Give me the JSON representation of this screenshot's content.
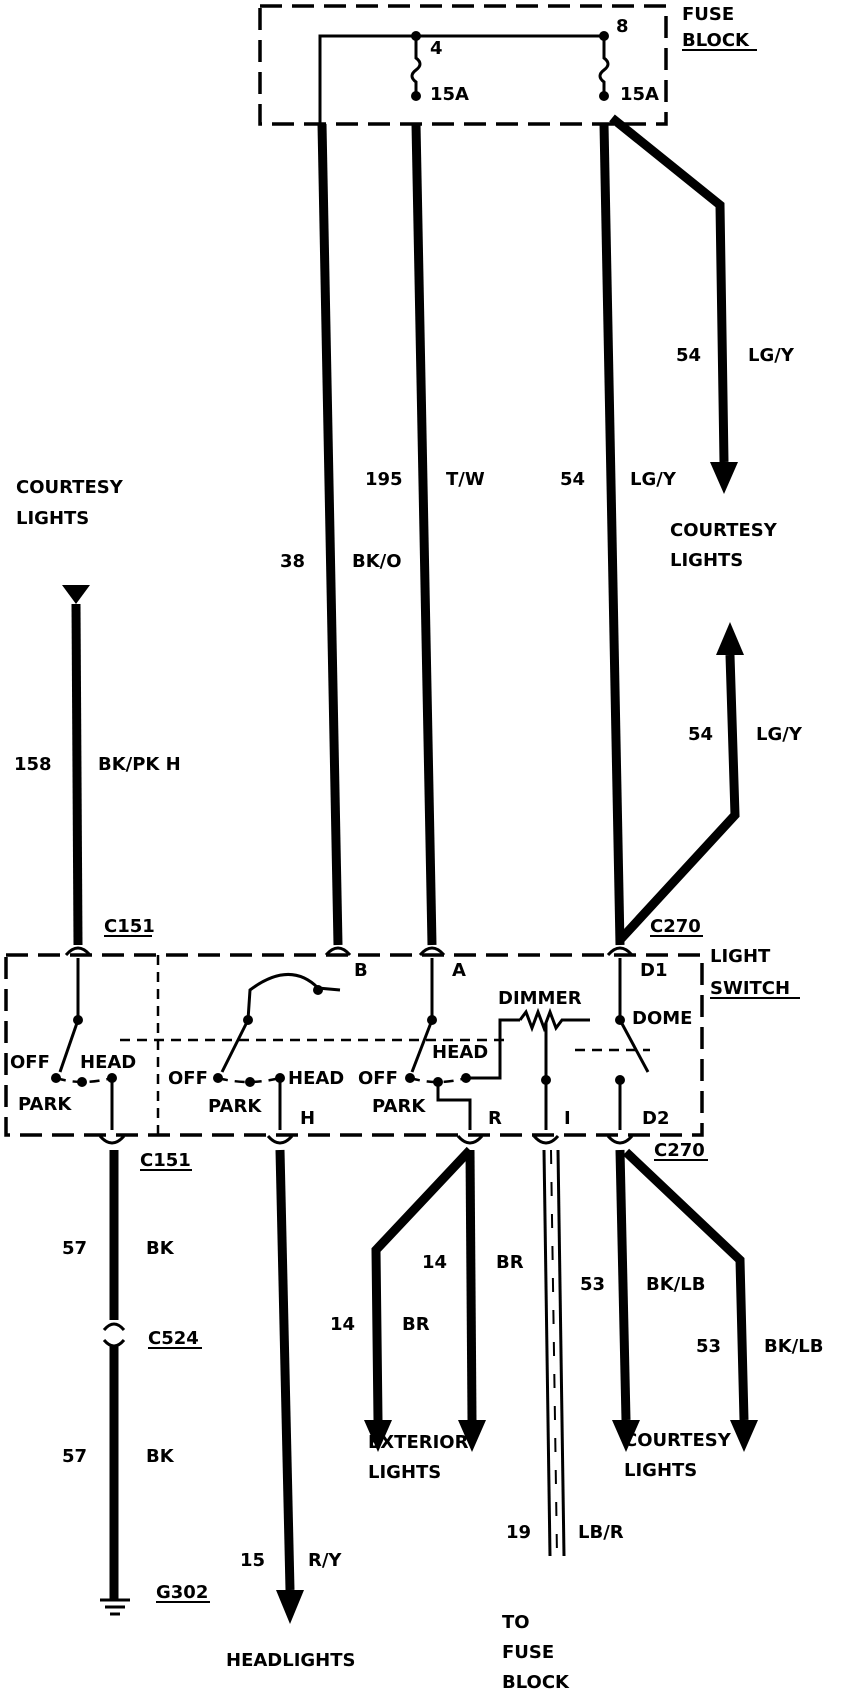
{
  "fuse_block": {
    "title_line1": "FUSE",
    "title_line2": "BLOCK",
    "fuse4_pin": "4",
    "fuse4_rating": "15A",
    "fuse8_pin": "8",
    "fuse8_rating": "15A"
  },
  "wires": {
    "w38": {
      "num": "38",
      "color": "BK/O"
    },
    "w195": {
      "num": "195",
      "color": "T/W"
    },
    "w54_main": {
      "num": "54",
      "color": "LG/Y"
    },
    "w54_upper": {
      "num": "54",
      "color": "LG/Y"
    },
    "w54_lower": {
      "num": "54",
      "color": "LG/Y"
    },
    "w158": {
      "num": "158",
      "color": "BK/PK  H"
    },
    "w57_top": {
      "num": "57",
      "color": "BK"
    },
    "w57_bot": {
      "num": "57",
      "color": "BK"
    },
    "w15": {
      "num": "15",
      "color": "R/Y"
    },
    "w14_left": {
      "num": "14",
      "color": "BR"
    },
    "w14_right": {
      "num": "14",
      "color": "BR"
    },
    "w19": {
      "num": "19",
      "color": "LB/R"
    },
    "w53_left": {
      "num": "53",
      "color": "BK/LB"
    },
    "w53_right": {
      "num": "53",
      "color": "BK/LB"
    }
  },
  "destinations": {
    "courtesy_left": {
      "line1": "COURTESY",
      "line2": "LIGHTS"
    },
    "courtesy_top_right": {
      "line1": "COURTESY",
      "line2": "LIGHTS"
    },
    "courtesy_bottom": {
      "line1": "COURTESY",
      "line2": "LIGHTS"
    },
    "exterior": {
      "line1": "EXTERIOR",
      "line2": "LIGHTS"
    },
    "headlights": {
      "line1": "HEADLIGHTS"
    },
    "fuse_block": {
      "line1": "TO",
      "line2": "FUSE",
      "line3": "BLOCK"
    }
  },
  "connectors": {
    "c151_top": "C151",
    "c151_bottom": "C151",
    "c270_top": "C270",
    "c270_bottom": "C270",
    "c524": "C524",
    "g302": "G302"
  },
  "light_switch": {
    "title_line1": "LIGHT",
    "title_line2": "SWITCH",
    "pin_b": "B",
    "pin_a": "A",
    "pin_d1": "D1",
    "pin_d2": "D2",
    "pin_h": "H",
    "pin_r": "R",
    "pin_i": "I",
    "dimmer": "DIMMER",
    "dome": "DOME",
    "sw1_off": "OFF",
    "sw1_head": "HEAD",
    "sw1_park": "PARK",
    "sw2_off": "OFF",
    "sw2_head": "HEAD",
    "sw2_park": "PARK",
    "sw3_off": "OFF",
    "sw3_head": "HEAD",
    "sw3_park": "PARK"
  }
}
